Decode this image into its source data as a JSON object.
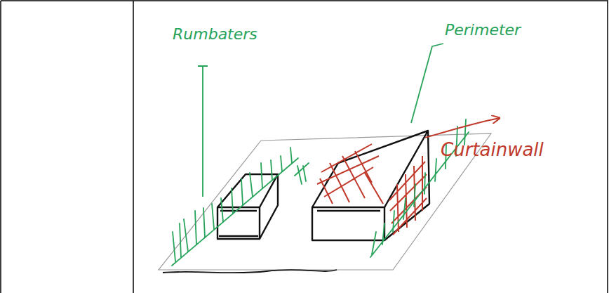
{
  "diagram": {
    "labels": [
      "Rumbaters",
      "Perimeter",
      "Curtainwall"
    ]
  }
}
